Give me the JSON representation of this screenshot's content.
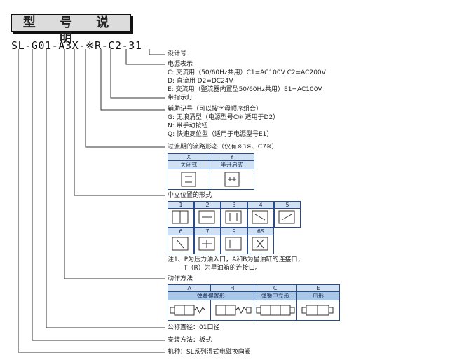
{
  "title": "型 号 说 明",
  "model_code": "SL-G01-A3X-※R-C2-31",
  "design_no": "设计号",
  "power": {
    "heading": "电源表示",
    "lines": [
      "C: 交流用（50/60Hz共用）C1=AC100V C2=AC200V",
      "D: 直流用 D2=DC24V",
      "E: 交流用（整流器内置型50/60Hz共用）E1=AC100V"
    ]
  },
  "indicator": "带指示灯",
  "aux": {
    "heading": "辅助记号（可以按字母顺序组合）",
    "lines": [
      "G: 无浪涌型（电源型号C※ 适用于D2）",
      "N: 带手动按钮",
      "Q: 快速复位型（适用于电源型号E1）"
    ]
  },
  "transition": {
    "heading": "过渡期的流路形态（仅有※3※、C7※）",
    "cols": [
      "X",
      "Y"
    ],
    "names": [
      "关闭式",
      "半开启式"
    ]
  },
  "neutral": {
    "heading": "中立位置的形式",
    "row1": [
      "1",
      "2",
      "3",
      "4",
      "5"
    ],
    "row2": [
      "6",
      "7",
      "9",
      "6S"
    ],
    "note1": "注1、P为压力油入口，A和B为星油缸的连接口，",
    "note2": "T（R）为星油箱的连接口。"
  },
  "action": {
    "heading": "动作方法",
    "cols": [
      "A",
      "H",
      "C",
      "E"
    ],
    "groups": [
      "弹簧偏置形",
      "弹簧中立形",
      "爪形"
    ]
  },
  "size": "公称直径：01口径",
  "mount": "安装方法：板式",
  "type": "机种：SL系列湿式电磁换向阀",
  "colors": {
    "line": "#2a4b8a",
    "header": "#cfe1f3",
    "header2": "#a9c8e8"
  }
}
